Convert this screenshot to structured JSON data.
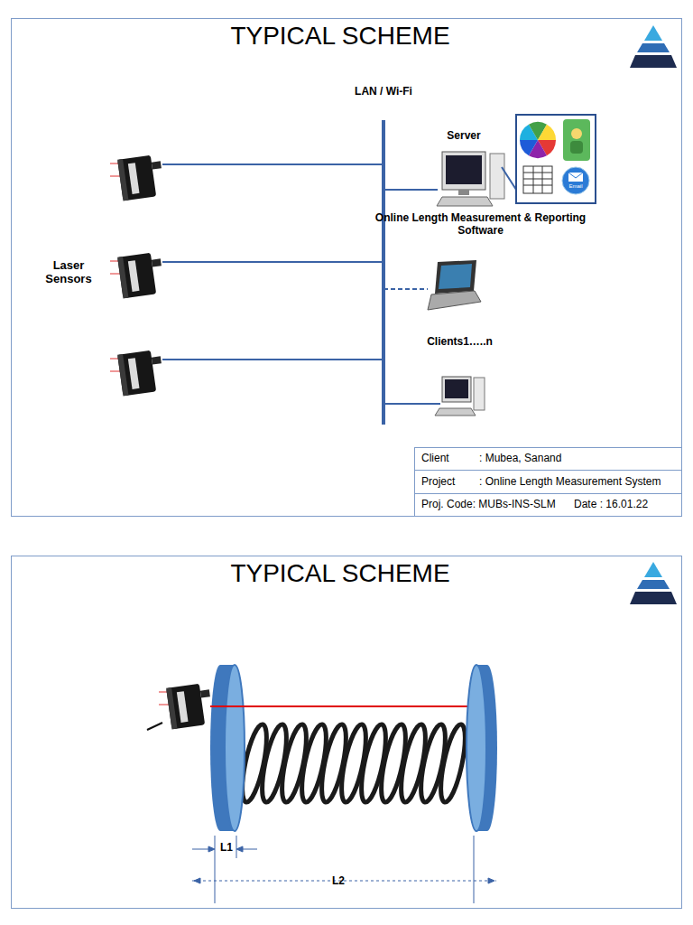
{
  "diagram": {
    "title": "TYPICAL SCHEME",
    "nodes": [
      {
        "text": [
          "LAN / Wi-Fi"
        ]
      },
      {
        "text": [
          "Server",
          "Online Length Measurement & Reporting Software"
        ]
      }
    ],
    "edges": [
      {
        "from": 1,
        "to": 0,
        "arrow": "none"
      }
    ],
    "labels": [
      "Laser Sensors",
      "Email",
      "Clients1…..n",
      "Client",
      ": Mubea, Sanand",
      "Project",
      ": Online Length Measurement System",
      "Proj. Code: MUBs-INS-SLM",
      "Date : 16.01.22",
      "TYPICAL SCHEME",
      "L1",
      "L2"
    ]
  }
}
